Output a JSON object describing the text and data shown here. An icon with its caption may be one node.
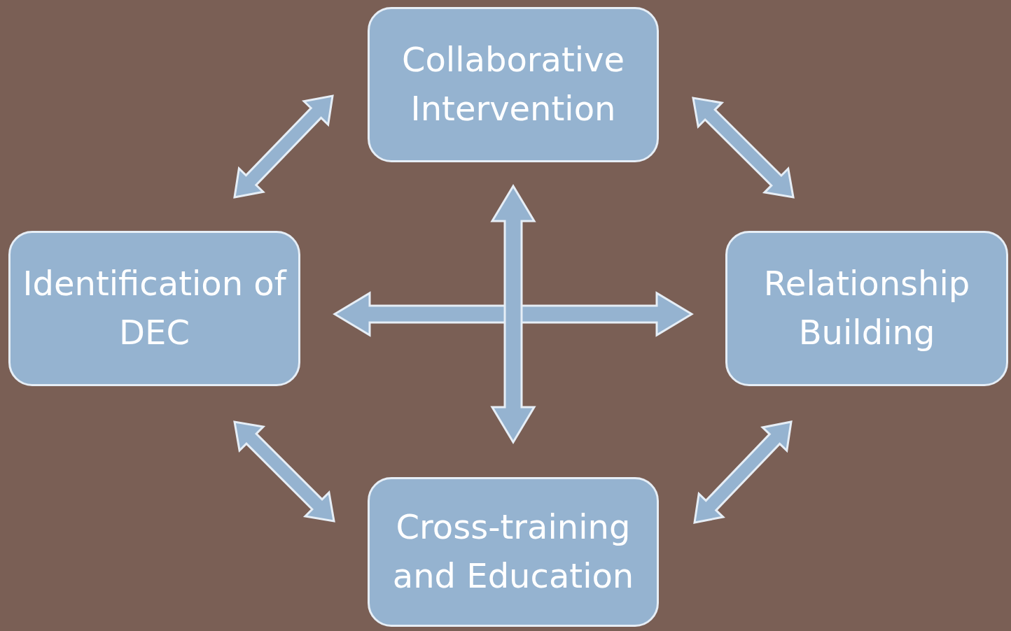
{
  "diagram": {
    "nodes": [
      {
        "text": [
          "Collaborative Intervention"
        ]
      },
      {
        "text": [
          "Identification of DEC"
        ]
      },
      {
        "text": [
          "Relationship Building"
        ]
      },
      {
        "text": [
          "Cross-training and Education"
        ]
      }
    ],
    "edges": [
      {
        "from": 1,
        "to": 0,
        "arrow": "both"
      },
      {
        "from": 0,
        "to": 2,
        "arrow": "both"
      },
      {
        "from": 1,
        "to": 3,
        "arrow": "both"
      },
      {
        "from": 3,
        "to": 2,
        "arrow": "both"
      },
      {
        "from": 1,
        "to": 2,
        "arrow": "both"
      },
      {
        "from": 0,
        "to": 3,
        "arrow": "both"
      }
    ]
  }
}
